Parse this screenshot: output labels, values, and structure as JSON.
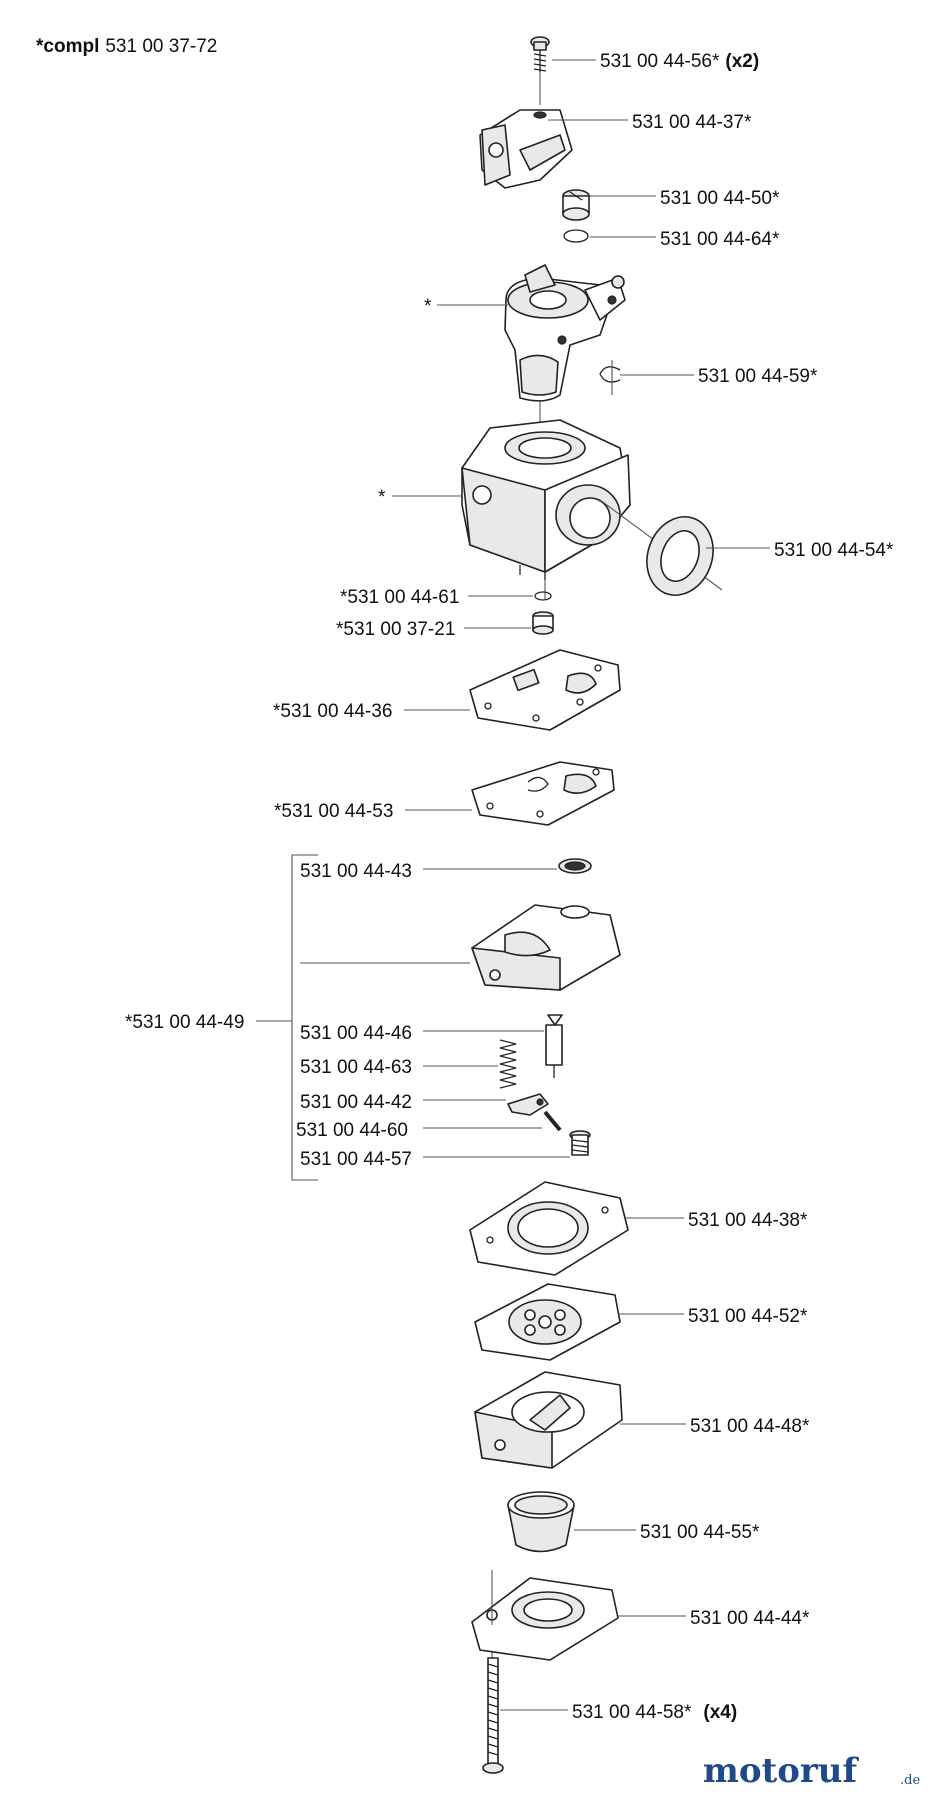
{
  "header": {
    "prefix": "*compl",
    "part": "531 00 37-72"
  },
  "labels": {
    "screw_top": "531 00 44-56*",
    "screw_top_qty": "(x2)",
    "bracket": "531 00 44-37*",
    "needle": "531 00 44-50*",
    "oring": "531 00 44-64*",
    "throttle_star": "*",
    "clip": "531 00 44-59*",
    "body_star": "*",
    "seal": "531 00 44-54*",
    "oring_small": "*531 00 44-61",
    "plug": "*531 00 37-21",
    "gasket1": "*531 00 44-36",
    "gasket2": "*531 00 44-53",
    "filter": "531 00 44-43",
    "kit": "*531 00 44-49",
    "inlet_needle": "531 00 44-46",
    "spring": "531 00 44-63",
    "lever": "531 00 44-42",
    "pin": "531 00 44-60",
    "lever_screw": "531 00 44-57",
    "gasket3": "531 00 44-38*",
    "diaphragm": "531 00 44-52*",
    "cover": "531 00 44-48*",
    "primer": "531 00 44-55*",
    "base": "531 00 44-44*",
    "bolts": "531 00 44-58*",
    "bolts_qty": "(x4)"
  },
  "logo": {
    "text": "motoruf",
    "suffix": ".de",
    "color_main": "#1f4a8a",
    "color_accent": "#c0392b"
  }
}
